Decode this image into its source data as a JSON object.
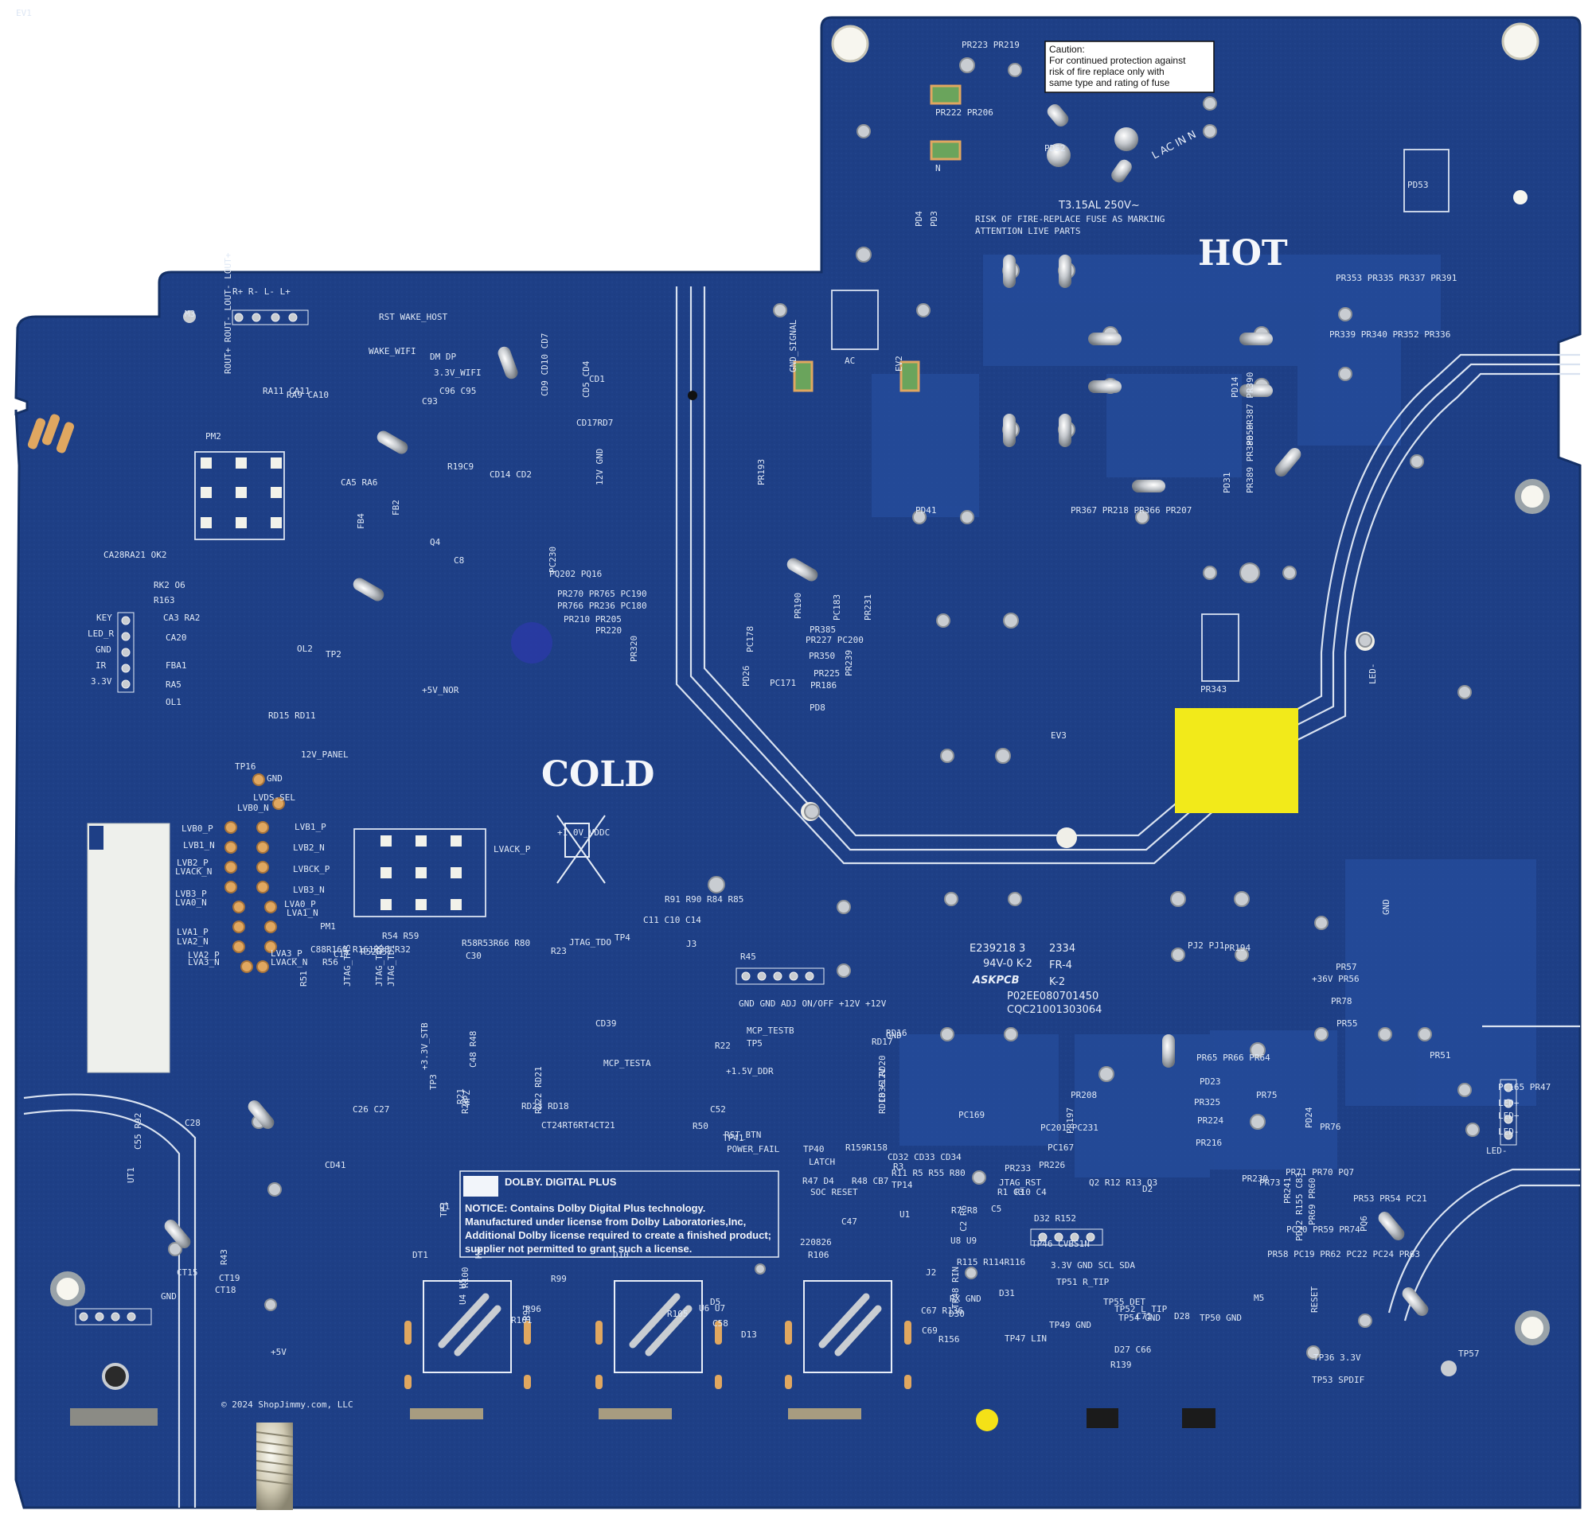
{
  "board": {
    "hot_label": "HOT",
    "cold_label": "COLD",
    "caution_lines": [
      "Caution:",
      "For continued protection against",
      "risk of fire replace only with",
      "same type and rating of fuse"
    ],
    "fuse_rating": "T3.15AL 250V~",
    "risk_line_1": "RISK OF FIRE-REPLACE FUSE AS MARKING",
    "risk_line_2": "ATTENTION LIVE PARTS",
    "ac_in_label": "L AC IN N",
    "cert_lines": [
      "E239218 3",
      "94V-0 K-2",
      "ASKPCB",
      "P02EE080701450",
      "CQC21001303064"
    ],
    "cert_code_right": [
      "2334",
      "FR-4",
      "K-2"
    ],
    "dolby_logo": "DOLBY. DIGITAL PLUS",
    "dolby_notice": [
      "NOTICE: Contains Dolby Digital Plus technology.",
      "Manufactured under license from Dolby Laboratories,Inc,",
      "Additional Dolby license required to create a finished product;",
      "supplier not permitted to grant such a license."
    ],
    "date_code": "220826",
    "copyright": "© 2024 ShopJimmy.com, LLC",
    "colors": {
      "board": "#1e3f86",
      "board_dark": "#173370",
      "trace": "#254d9c",
      "silkscreen": "#e6edf7",
      "pad": "#c9cdd2",
      "gold_pad": "#e0a760",
      "yellow_label": "#f2ea1a"
    }
  },
  "labels": [
    {
      "t": "R+  R-  L-  L+"
    },
    {
      "t": "M3"
    },
    {
      "t": "ROUT+ ROUT- LOUT- LOUT+"
    },
    {
      "t": "RA11 CA11"
    },
    {
      "t": "RA9 CA10"
    },
    {
      "t": "PM2"
    },
    {
      "t": "CA5 RA6"
    },
    {
      "t": "RST  WAKE_HOST"
    },
    {
      "t": "WAKE_WIFI"
    },
    {
      "t": "DM DP"
    },
    {
      "t": "3.3V_WIFI"
    },
    {
      "t": "C96 C95"
    },
    {
      "t": "C93"
    },
    {
      "t": "CD1"
    },
    {
      "t": "CD9 CD10 CD7"
    },
    {
      "t": "CD5 CD4"
    },
    {
      "t": "CD17RD7"
    },
    {
      "t": "R19C9"
    },
    {
      "t": "CD14 CD2"
    },
    {
      "t": "12V GND"
    },
    {
      "t": "FB2"
    },
    {
      "t": "FB4"
    },
    {
      "t": "Q4"
    },
    {
      "t": "C8"
    },
    {
      "t": "PC230"
    },
    {
      "t": "PQ202 PQ16"
    },
    {
      "t": "PR270 PR765 PC190"
    },
    {
      "t": "PR766 PR236 PC180"
    },
    {
      "t": "PR210 PR205"
    },
    {
      "t": "PR220"
    },
    {
      "t": "PR320"
    },
    {
      "t": "CA28RA21 OK2"
    },
    {
      "t": "RK2 O6"
    },
    {
      "t": "R163"
    },
    {
      "t": "KEY"
    },
    {
      "t": "LED_R"
    },
    {
      "t": "GND"
    },
    {
      "t": "IR"
    },
    {
      "t": "3.3V"
    },
    {
      "t": "CA3 RA2"
    },
    {
      "t": "CA20"
    },
    {
      "t": "FBA1"
    },
    {
      "t": "RA5"
    },
    {
      "t": "OL1"
    },
    {
      "t": "OL2"
    },
    {
      "t": "TP2"
    },
    {
      "t": "+5V_NOR"
    },
    {
      "t": "RD15 RD11"
    },
    {
      "t": "12V_PANEL"
    },
    {
      "t": "TP16"
    },
    {
      "t": "GND"
    },
    {
      "t": "LVDS-SEL"
    },
    {
      "t": "LVB0_N"
    },
    {
      "t": "LVB0_P"
    },
    {
      "t": "LVB1_N"
    },
    {
      "t": "LVB1_P"
    },
    {
      "t": "LVB2_N"
    },
    {
      "t": "LVB2_P"
    },
    {
      "t": "LVACK_N"
    },
    {
      "t": "LVBCK_P"
    },
    {
      "t": "LVB3_N"
    },
    {
      "t": "LVB3_P"
    },
    {
      "t": "LVA0_N"
    },
    {
      "t": "LVA0_P"
    },
    {
      "t": "LVA1_N"
    },
    {
      "t": "LVA1_P"
    },
    {
      "t": "LVA2_N"
    },
    {
      "t": "LVA2_P"
    },
    {
      "t": "LVA3_N"
    },
    {
      "t": "LVA3_P"
    },
    {
      "t": "LVACK_N"
    },
    {
      "t": "LVACK_P"
    },
    {
      "t": "PM1"
    },
    {
      "t": "C88R160 R161R28 R32"
    },
    {
      "t": "R52R57"
    },
    {
      "t": "R54 R59"
    },
    {
      "t": "R58R53R66 R80"
    },
    {
      "t": "C30"
    },
    {
      "t": "C17"
    },
    {
      "t": "R56"
    },
    {
      "t": "R51"
    },
    {
      "t": "JTAG_TMS"
    },
    {
      "t": "JTAG_TCK"
    },
    {
      "t": "JTAG_TDI"
    },
    {
      "t": "JTAG_TDO"
    },
    {
      "t": "TP4"
    },
    {
      "t": "R23"
    },
    {
      "t": "+1.0V_VDDC"
    },
    {
      "t": "C11 C10 C14"
    },
    {
      "t": "R91 R90 R84 R85"
    },
    {
      "t": "R45"
    },
    {
      "t": "J3"
    },
    {
      "t": "GND GND ADJ ON/OFF +12V +12V"
    },
    {
      "t": "CD39"
    },
    {
      "t": "MCP_TESTA"
    },
    {
      "t": "MCP_TESTB"
    },
    {
      "t": "TP5"
    },
    {
      "t": "+1.5V_DDR"
    },
    {
      "t": "R22"
    },
    {
      "t": "C48 R48"
    },
    {
      "t": "TP3"
    },
    {
      "t": "+3.3V_STB"
    },
    {
      "t": "WPZ"
    },
    {
      "t": "R21"
    },
    {
      "t": "R20"
    },
    {
      "t": "C26 C27"
    },
    {
      "t": "C28"
    },
    {
      "t": "C55 R92"
    },
    {
      "t": "UT1"
    },
    {
      "t": "CD41"
    },
    {
      "t": "RD22 RD21"
    },
    {
      "t": "RD23 RD18"
    },
    {
      "t": "CT24RT6RT4CT21"
    },
    {
      "t": "C52"
    },
    {
      "t": "R50"
    },
    {
      "t": "RST_BTN"
    },
    {
      "t": "TP41"
    },
    {
      "t": "POWER_FAIL"
    },
    {
      "t": "TP40"
    },
    {
      "t": "LATCH"
    },
    {
      "t": "R47 D4"
    },
    {
      "t": "R48 CB7"
    },
    {
      "t": "R159R158"
    },
    {
      "t": "R3"
    },
    {
      "t": "TP1"
    },
    {
      "t": "SOC RESET"
    },
    {
      "t": "Q1"
    },
    {
      "t": "U1"
    },
    {
      "t": "R43"
    },
    {
      "t": "CT19"
    },
    {
      "t": "CT18"
    },
    {
      "t": "CT15"
    },
    {
      "t": "GND"
    },
    {
      "t": "+5V"
    },
    {
      "t": "DT1"
    },
    {
      "t": "M4"
    },
    {
      "t": "U4 U5"
    },
    {
      "t": "R100"
    },
    {
      "t": "R99"
    },
    {
      "t": "R97"
    },
    {
      "t": "R96"
    },
    {
      "t": "R101"
    },
    {
      "t": "D10"
    },
    {
      "t": "D5"
    },
    {
      "t": "U6 U7"
    },
    {
      "t": "R105"
    },
    {
      "t": "C58"
    },
    {
      "t": "D13"
    },
    {
      "t": "R106"
    },
    {
      "t": "C47"
    },
    {
      "t": "U8 U9"
    },
    {
      "t": "R115 R114R116"
    },
    {
      "t": "J2"
    },
    {
      "t": "RX GND"
    },
    {
      "t": "D30"
    },
    {
      "t": "R156"
    },
    {
      "t": "TP48 RIN"
    },
    {
      "t": "D32 R152"
    },
    {
      "t": "D31"
    },
    {
      "t": "TP46 CVBS1N"
    },
    {
      "t": "3.3V GND SCL SDA"
    },
    {
      "t": "TP51 R_TIP"
    },
    {
      "t": "C67 R136"
    },
    {
      "t": "C69"
    },
    {
      "t": "TP47 LIN"
    },
    {
      "t": "TP49 GND"
    },
    {
      "t": "TP55 DET"
    },
    {
      "t": "TP52 L_TIP"
    },
    {
      "t": "TP54 GND"
    },
    {
      "t": "D27 C66"
    },
    {
      "t": "R139"
    },
    {
      "t": "C71"
    },
    {
      "t": "D28"
    },
    {
      "t": "TP50 GND"
    },
    {
      "t": "TP36 3.3V"
    },
    {
      "t": "TP53 SPDIF"
    },
    {
      "t": "TP57"
    },
    {
      "t": "RESET"
    },
    {
      "t": "M5"
    },
    {
      "t": "PR58 PC19 PR62 PC22 PC24 PR63"
    },
    {
      "t": "PD22 R155 C83"
    },
    {
      "t": "PC20 PR59 PR74"
    },
    {
      "t": "PR69 PR60"
    },
    {
      "t": "PQ6"
    },
    {
      "t": "PR53 PR54 PC21"
    },
    {
      "t": "PR241"
    },
    {
      "t": "PR230"
    },
    {
      "t": "PR73"
    },
    {
      "t": "PR71 PR70 PQ7"
    },
    {
      "t": "PD24"
    },
    {
      "t": "PR76"
    },
    {
      "t": "PR75"
    },
    {
      "t": "PR65 PR66 PR64"
    },
    {
      "t": "PD23"
    },
    {
      "t": "PR325"
    },
    {
      "t": "PR224"
    },
    {
      "t": "PR216"
    },
    {
      "t": "PR208"
    },
    {
      "t": "PR197"
    },
    {
      "t": "PC201 PC231"
    },
    {
      "t": "PC167"
    },
    {
      "t": "PR226"
    },
    {
      "t": "PR233"
    },
    {
      "t": "PC169"
    },
    {
      "t": "GND"
    },
    {
      "t": "+12V"
    },
    {
      "t": "CD35 RD20"
    },
    {
      "t": "RD18"
    },
    {
      "t": "RD16"
    },
    {
      "t": "RD17"
    },
    {
      "t": "CD32 CD33 CD34"
    },
    {
      "t": "R11 R5 R55 R80"
    },
    {
      "t": "TP14"
    },
    {
      "t": "JTAG_RST"
    },
    {
      "t": "Q2 R12 R13 Q3"
    },
    {
      "t": "D2"
    },
    {
      "t": "R7 R8"
    },
    {
      "t": "C2 R6"
    },
    {
      "t": "R1 C3"
    },
    {
      "t": "C5"
    },
    {
      "t": "R10 C4"
    },
    {
      "t": "PJ2 PJ1"
    },
    {
      "t": "PR194"
    },
    {
      "t": "PR57"
    },
    {
      "t": "+36V PR56"
    },
    {
      "t": "PR78"
    },
    {
      "t": "PR55"
    },
    {
      "t": "GND"
    },
    {
      "t": "PR51"
    },
    {
      "t": "PC165 PR47"
    },
    {
      "t": "LED+"
    },
    {
      "t": "LED+"
    },
    {
      "t": "LED-"
    },
    {
      "t": "LED-"
    },
    {
      "t": "LED-"
    },
    {
      "t": "PR343"
    },
    {
      "t": "EV3"
    },
    {
      "t": "PD8"
    },
    {
      "t": "PR186"
    },
    {
      "t": "PR225"
    },
    {
      "t": "PR350"
    },
    {
      "t": "PR239"
    },
    {
      "t": "PR190"
    },
    {
      "t": "PC183"
    },
    {
      "t": "PR231"
    },
    {
      "t": "PR385"
    },
    {
      "t": "PR227 PC200"
    },
    {
      "t": "PC178"
    },
    {
      "t": "PD26"
    },
    {
      "t": "PC171"
    },
    {
      "t": "PR193"
    },
    {
      "t": "PD41"
    },
    {
      "t": "PR367 PR218 PR366 PR207"
    },
    {
      "t": "PD31"
    },
    {
      "t": "PD14"
    },
    {
      "t": "PD50"
    },
    {
      "t": "PR389 PR388 PR387 PR390"
    },
    {
      "t": "PR353 PR335 PR337 PR391"
    },
    {
      "t": "PR339 PR340 PR352 PR336"
    },
    {
      "t": "AC"
    },
    {
      "t": "GND_SIGNAL"
    },
    {
      "t": "EV2"
    },
    {
      "t": "PD4"
    },
    {
      "t": "PD3"
    },
    {
      "t": "PR223 PR219"
    },
    {
      "t": "PR222 PR206"
    },
    {
      "t": "N"
    },
    {
      "t": "PD52"
    },
    {
      "t": "PD53"
    },
    {
      "t": "L"
    },
    {
      "t": "EV1"
    }
  ]
}
